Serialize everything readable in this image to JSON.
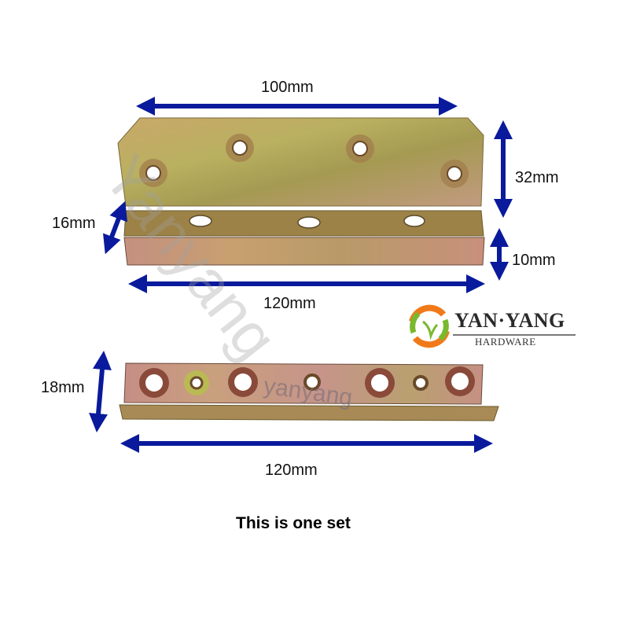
{
  "dimensions": {
    "top_width": "100mm",
    "top_height": "32mm",
    "top_depth": "16mm",
    "top_lip": "10mm",
    "top_length": "120mm",
    "bottom_height": "18mm",
    "bottom_length": "120mm"
  },
  "brand": {
    "name": "YAN·YANG",
    "subtitle": "HARDWARE"
  },
  "watermarks": {
    "top": "Yanyang",
    "bottom": "yanyang"
  },
  "caption": "This is one set",
  "colors": {
    "arrow": "#0a1a9c",
    "metal_light": "#c8b25a",
    "metal_mid": "#a8894a",
    "metal_pink": "#c8907c",
    "logo_orange": "#f07a1a",
    "logo_green": "#7ab82e"
  }
}
